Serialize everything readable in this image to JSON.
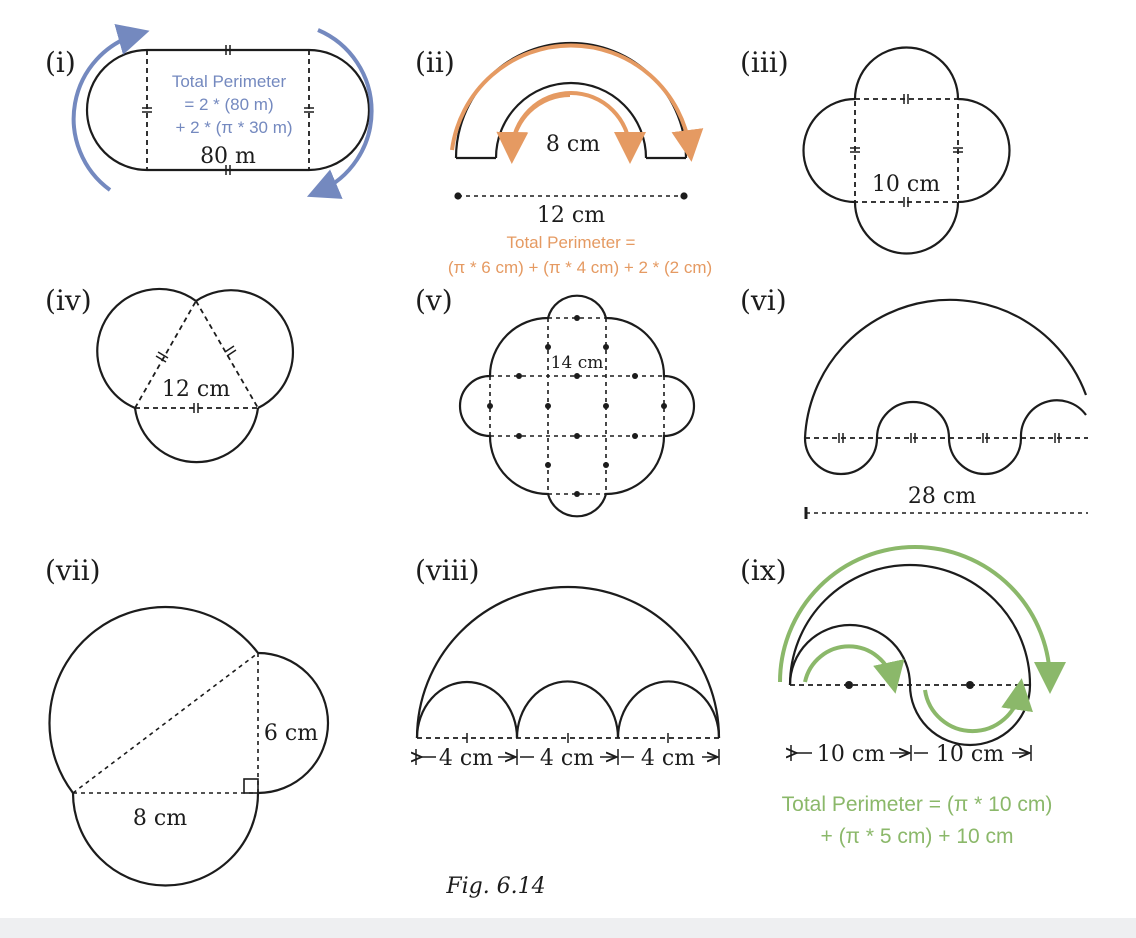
{
  "figure_caption": "Fig. 6.14",
  "colors": {
    "ink": "#1c1c1c",
    "blue": "#7489bf",
    "orange": "#e59a62",
    "green": "#8bb86a"
  },
  "figures": {
    "i": {
      "label": "(i)",
      "dim": "80 m",
      "annotation": [
        "Total Perimeter",
        "= 2 * (80 m)",
        "+ 2 * (π * 30 m)"
      ]
    },
    "ii": {
      "label": "(ii)",
      "inner": "8 cm",
      "outer": "12 cm",
      "annotation": [
        "Total Perimeter =",
        "(π * 6 cm) + (π * 4 cm) + 2 * (2 cm)"
      ]
    },
    "iii": {
      "label": "(iii)",
      "dim": "10 cm"
    },
    "iv": {
      "label": "(iv)",
      "dim": "12 cm"
    },
    "v": {
      "label": "(v)",
      "dim": "14 cm"
    },
    "vi": {
      "label": "(vi)",
      "dim": "28 cm"
    },
    "vii": {
      "label": "(vii)",
      "dim_a": "6 cm",
      "dim_b": "8 cm"
    },
    "viii": {
      "label": "(viii)",
      "seg1": "4 cm",
      "seg2": "4 cm",
      "seg3": "4 cm"
    },
    "ix": {
      "label": "(ix)",
      "seg1": "10 cm",
      "seg2": "10 cm",
      "annotation": [
        "Total Perimeter = (π * 10 cm)",
        "+ (π * 5 cm) + 10 cm"
      ]
    }
  }
}
